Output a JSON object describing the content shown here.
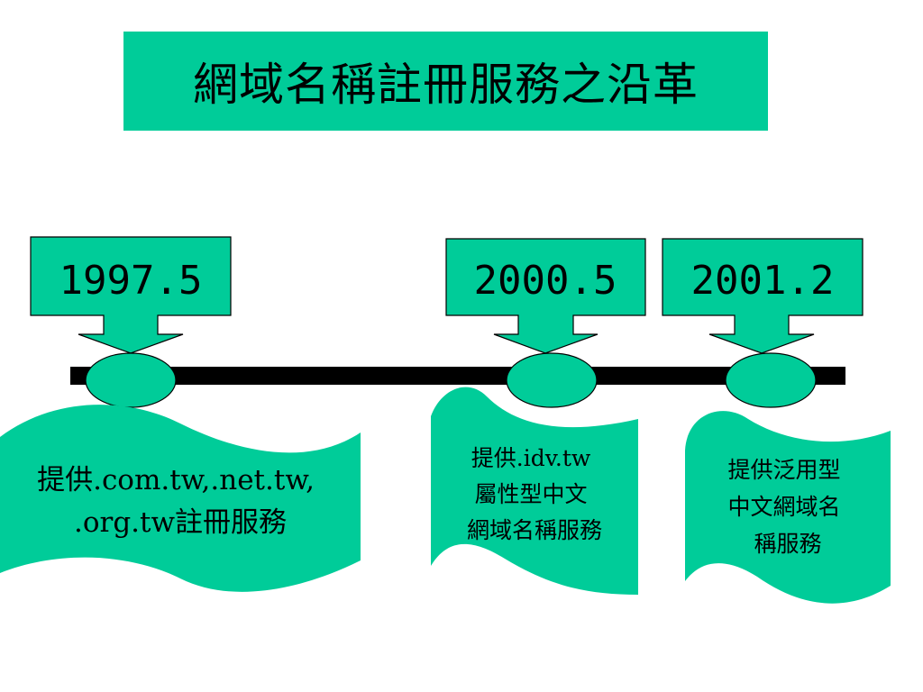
{
  "title": "網域名稱註冊服務之沿革",
  "colors": {
    "accent": "#00cc99",
    "line": "#000000",
    "background": "#ffffff"
  },
  "milestones": [
    {
      "date": "1997.5",
      "description_lines": [
        "提供.com.tw,.net.tw,",
        ".org.tw註冊服務"
      ]
    },
    {
      "date": "2000.5",
      "description_lines": [
        "提供.idv.tw",
        "屬性型中文",
        "網域名稱服務"
      ]
    },
    {
      "date": "2001.2",
      "description_lines": [
        "提供泛用型",
        "中文網域名",
        "稱服務"
      ]
    }
  ]
}
